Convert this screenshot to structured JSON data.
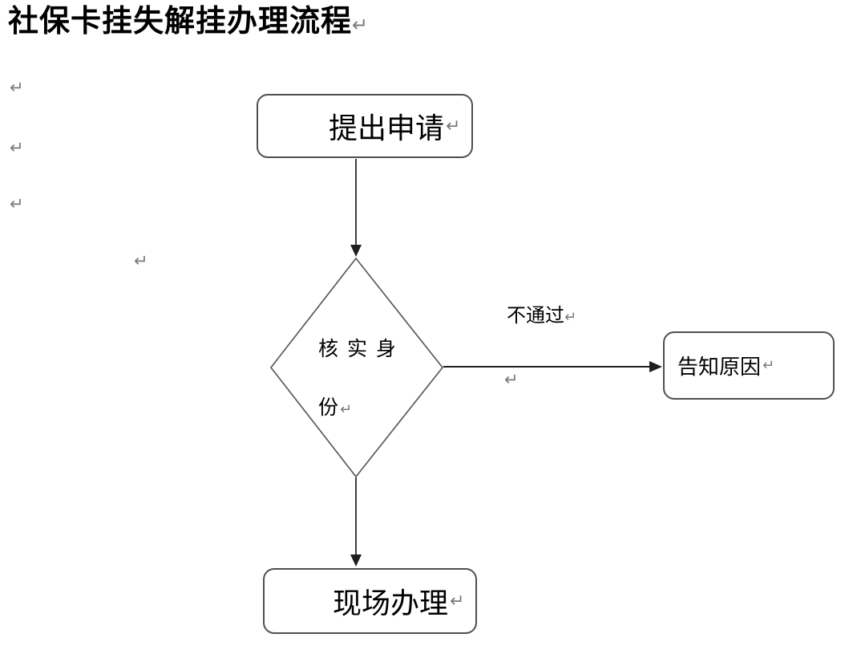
{
  "title": {
    "text": "社保卡挂失解挂办理流程"
  },
  "marks": {
    "pilcrow": "↵"
  },
  "colors": {
    "shape_stroke": "#4f4f4f",
    "connector": "#1f1f1f",
    "text": "#000000",
    "paragraph_mark": "#7a7a7a",
    "background": "#ffffff"
  },
  "flowchart": {
    "nodes": [
      {
        "id": "start",
        "type": "rounded-rect",
        "label": "提出申请"
      },
      {
        "id": "decision",
        "type": "diamond",
        "label": "核实身份",
        "label_lines": [
          "核 实 身",
          "份"
        ]
      },
      {
        "id": "inform",
        "type": "rounded-rect",
        "label": "告知原因"
      },
      {
        "id": "end",
        "type": "rounded-rect",
        "label": "现场办理"
      }
    ],
    "edges": [
      {
        "from": "start",
        "to": "decision",
        "label": ""
      },
      {
        "from": "decision",
        "to": "inform",
        "label": "不通过"
      },
      {
        "from": "decision",
        "to": "end",
        "label": ""
      }
    ]
  }
}
